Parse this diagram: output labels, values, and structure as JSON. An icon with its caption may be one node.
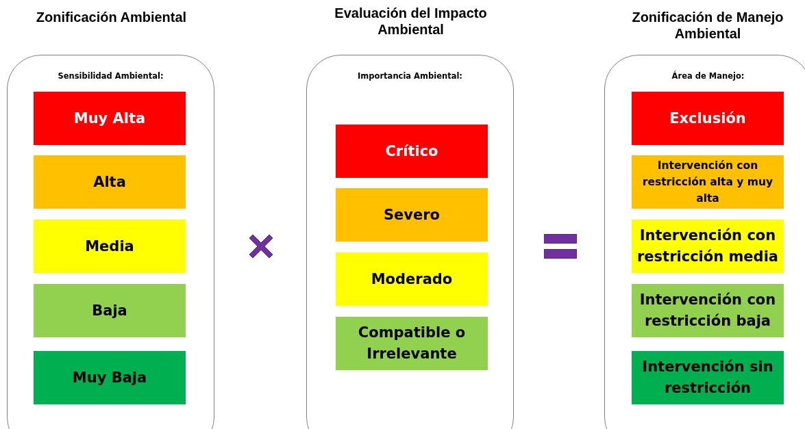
{
  "diagram": {
    "nodes": [
      {
        "text": [
          "Zonificación Ambiental",
          "Sensibilidad Ambiental:"
        ]
      },
      {
        "text": [
          "Muy Alta"
        ],
        "in": 0
      },
      {
        "text": [
          "Alta"
        ],
        "in": 0
      },
      {
        "text": [
          "Media"
        ],
        "in": 0
      },
      {
        "text": [
          "Baja"
        ],
        "in": 0
      },
      {
        "text": [
          "Muy Baja"
        ],
        "in": 0
      },
      {
        "text": [
          "Evaluación del Impacto Ambiental",
          "Importancia Ambiental:"
        ]
      },
      {
        "text": [
          "Crítico"
        ],
        "in": 6
      },
      {
        "text": [
          "Severo"
        ],
        "in": 6
      },
      {
        "text": [
          "Moderado"
        ],
        "in": 6
      },
      {
        "text": [
          "Compatible o Irrelevante"
        ],
        "in": 6
      },
      {
        "text": [
          "Zonificación de Manejo Ambiental",
          "Área de Manejo:"
        ]
      },
      {
        "text": [
          "Exclusión"
        ],
        "in": 11
      },
      {
        "text": [
          "Intervención con restricción alta y muy alta"
        ],
        "in": 11
      },
      {
        "text": [
          "Intervención con restricción media"
        ],
        "in": 11
      },
      {
        "text": [
          "Intervención con restricción baja"
        ],
        "in": 11
      },
      {
        "text": [
          "Intervención sin restricción"
        ],
        "in": 11
      }
    ]
  }
}
